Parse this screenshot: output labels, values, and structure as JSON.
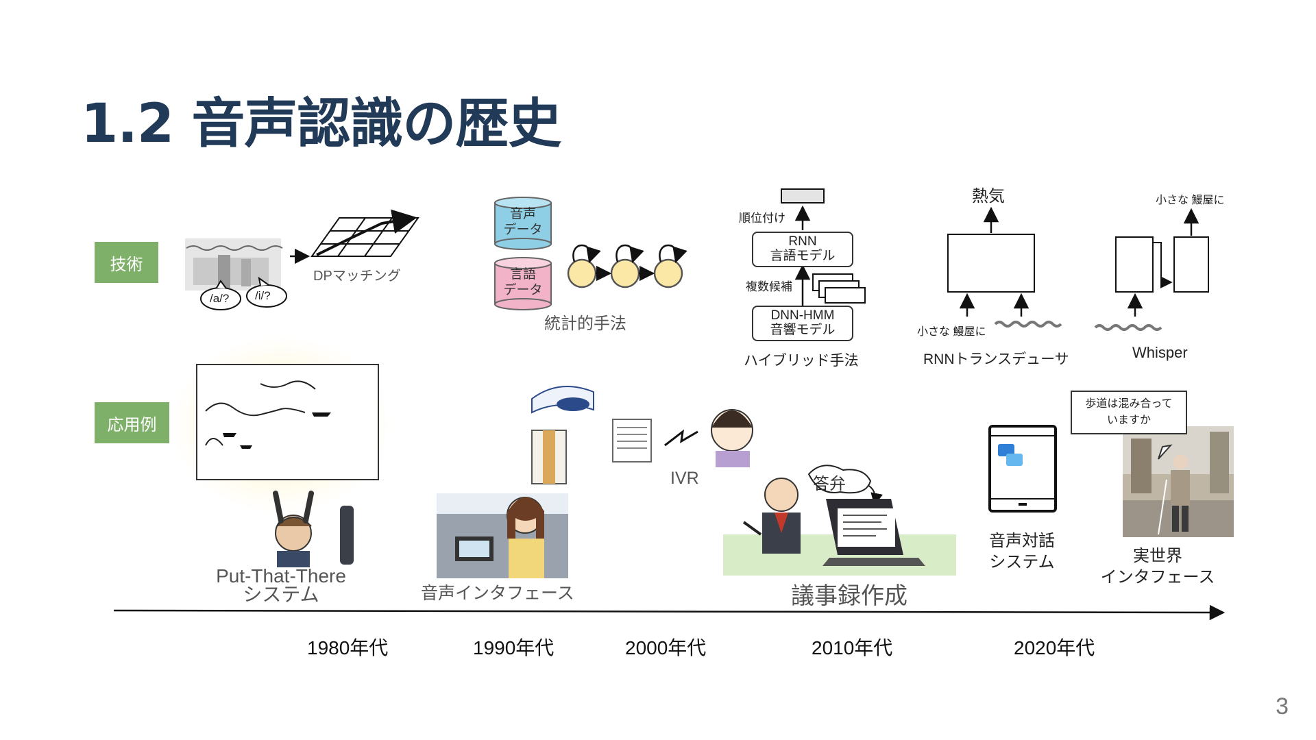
{
  "slide": {
    "title": "1.2 音声認識の歴史",
    "page_number": "3"
  },
  "rows": {
    "tech": "技術",
    "apps": "応用例"
  },
  "tech": {
    "dp_label": "DPマッチング",
    "phone_a": "/a/?",
    "phone_i": "/i/?",
    "db_speech": "音声\nデータ",
    "db_lang": "言語\nデータ",
    "statistical": "統計的手法",
    "ranking": "順位付け",
    "rnn_lm": "RNN\n言語モデル",
    "candidates": "複数候補",
    "dnn_hmm": "DNN-HMM\n音響モデル",
    "hybrid": "ハイブリッド手法",
    "rnnt_output": "熱気",
    "rnnt_input": "小さな 鰻屋に",
    "rnnt": "RNNトランスデューサ",
    "whisper_output": "小さな 鰻屋に",
    "whisper": "Whisper"
  },
  "apps": {
    "putthatthere": "Put-That-There\nシステム",
    "voice_interface": "音声インタフェース",
    "ivr": "IVR",
    "minutes": "議事録作成",
    "answer_bubble": "答弁",
    "dialog": "音声対話\nシステム",
    "question": "歩道は混み合って\nいますか",
    "real_world": "実世界\nインタフェース"
  },
  "timeline": {
    "decades": [
      "1980年代",
      "1990年代",
      "2000年代",
      "2010年代",
      "2020年代"
    ]
  },
  "colors": {
    "title": "#213a57",
    "tag": "#7fb069",
    "db_blue": "#8ecfe6",
    "db_pink": "#f2b3c8",
    "hmm_state": "#fbe8a6"
  }
}
